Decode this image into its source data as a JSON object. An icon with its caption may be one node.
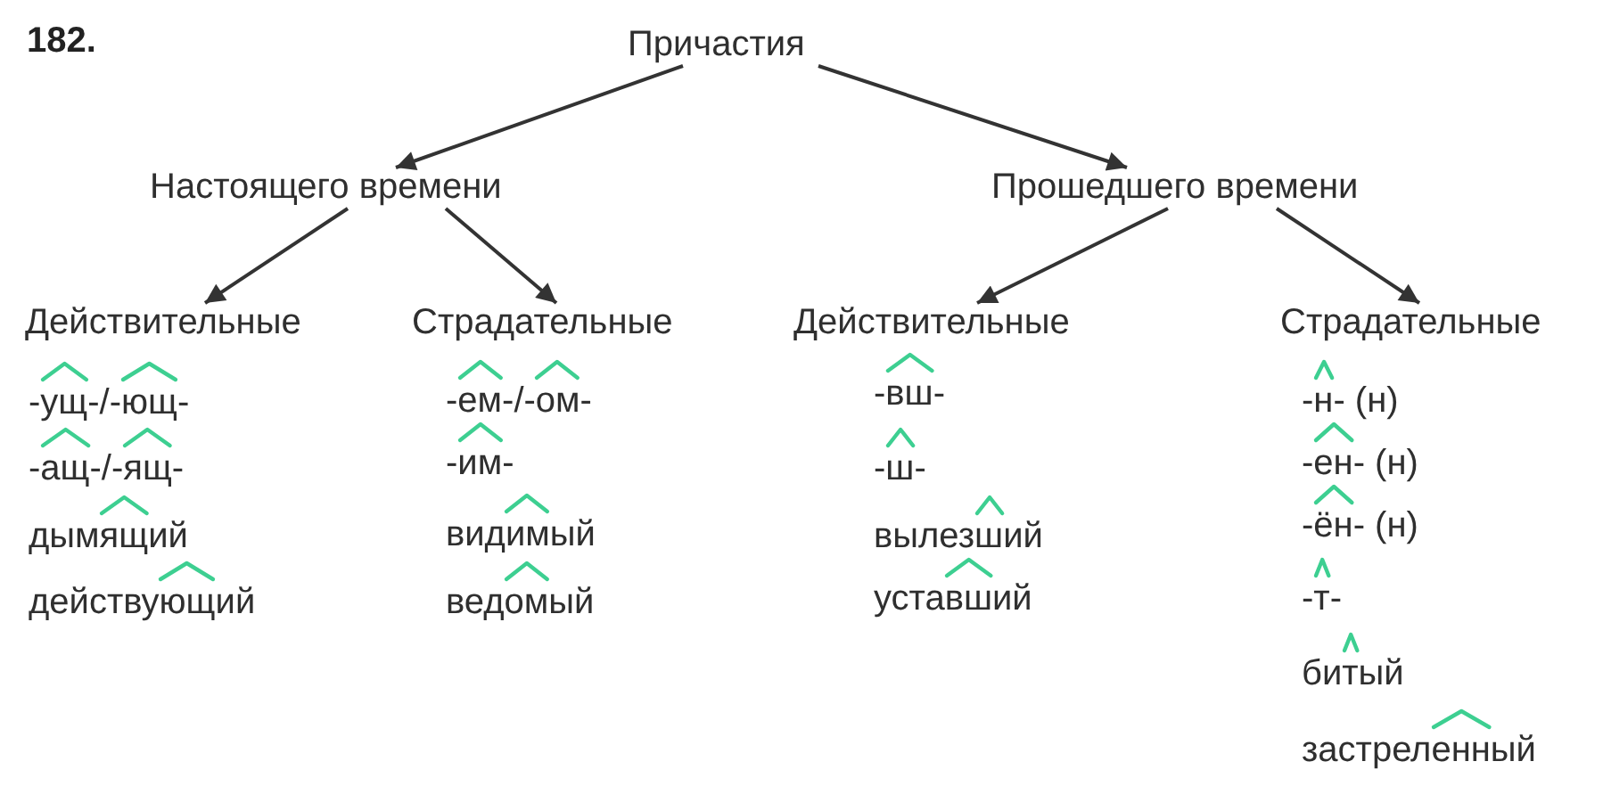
{
  "diagram": {
    "nodes": [
      {
        "text": [
          "Причастия"
        ]
      },
      {
        "text": [
          "Настоящего времени"
        ]
      },
      {
        "text": [
          "Прошедшего времени"
        ]
      },
      {
        "text": [
          "Действительные"
        ],
        "beside": [
          "-ущ-/-ющ-",
          "-ащ-/-ящ-",
          "дымящий",
          "действующий"
        ]
      },
      {
        "text": [
          "Страдательные"
        ],
        "beside": [
          "-ем-/-ом-",
          "-им-",
          "видимый",
          "ведомый"
        ]
      },
      {
        "text": [
          "Действительные"
        ],
        "beside": [
          "-вш-",
          "-ш-",
          "вылезший",
          "уставший"
        ]
      },
      {
        "text": [
          "Страдательные"
        ],
        "beside": [
          "-н- (н)",
          "-ен- (н)",
          "-ён- (н)",
          "-т-",
          "битый",
          "застреленный"
        ]
      }
    ],
    "edges": [
      {
        "from": 0,
        "to": 1,
        "arrow": "to"
      },
      {
        "from": 0,
        "to": 2,
        "arrow": "to"
      },
      {
        "from": 1,
        "to": 3,
        "arrow": "to"
      },
      {
        "from": 1,
        "to": 4,
        "arrow": "to"
      },
      {
        "from": 2,
        "to": 5,
        "arrow": "to"
      },
      {
        "from": 2,
        "to": 6,
        "arrow": "to"
      }
    ],
    "labels": [
      "182."
    ]
  }
}
